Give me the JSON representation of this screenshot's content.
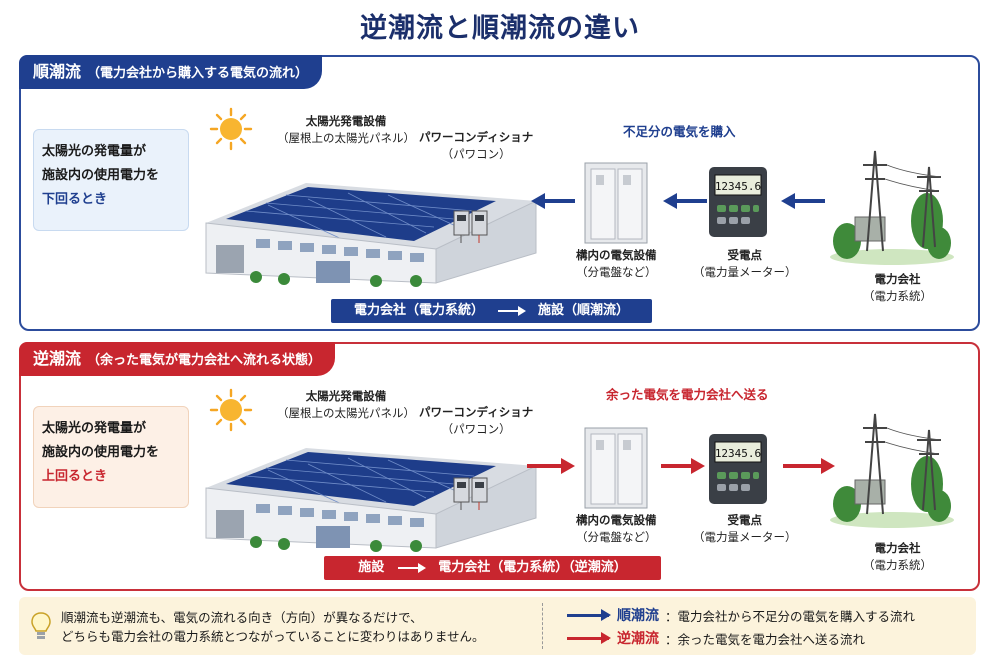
{
  "title": "逆潮流と順潮流の違い",
  "colors": {
    "forward": "#1f3f8f",
    "reverse": "#c8262f",
    "note_forward_bg": "#eaf2fb",
    "note_reverse_bg": "#fdf0e6",
    "footer_bg": "#fcf3dc"
  },
  "forward": {
    "tag_main": "順潮流",
    "tag_sub": "（電力会社から購入する電気の流れ）",
    "note_line1": "太陽光の発電量が",
    "note_line2": "施設内の使用電力を",
    "note_highlight": "下回るとき",
    "solar_label": "太陽光発電設備",
    "solar_sub": "（屋根上の太陽光パネル）",
    "pcs_label": "パワーコンディショナ",
    "pcs_sub": "（パワコン）",
    "flow_label": "不足分の電気を購入",
    "equip_label": "構内の電気設備",
    "equip_sub": "（分電盤など）",
    "meter_label": "受電点",
    "meter_sub": "（電力量メーター）",
    "meter_reading": "12345.6",
    "utility_label": "電力会社",
    "utility_sub": "（電力系統）",
    "bar_from": "電力会社（電力系統）",
    "bar_to": "施設（順潮流）"
  },
  "reverse": {
    "tag_main": "逆潮流",
    "tag_sub": "（余った電気が電力会社へ流れる状態）",
    "note_line1": "太陽光の発電量が",
    "note_line2": "施設内の使用電力を",
    "note_highlight": "上回るとき",
    "solar_label": "太陽光発電設備",
    "solar_sub": "（屋根上の太陽光パネル）",
    "pcs_label": "パワーコンディショナ",
    "pcs_sub": "（パワコン）",
    "flow_label": "余った電気を電力会社へ送る",
    "equip_label": "構内の電気設備",
    "equip_sub": "（分電盤など）",
    "meter_label": "受電点",
    "meter_sub": "（電力量メーター）",
    "meter_reading": "12345.6",
    "utility_label": "電力会社",
    "utility_sub": "（電力系統）",
    "bar_from": "施設",
    "bar_to": "電力会社（電力系統）（逆潮流）"
  },
  "footer": {
    "icon": "lightbulb-icon",
    "line1": "順潮流も逆潮流も、電気の流れる向き（方向）が異なるだけで、",
    "line2": "どちらも電力会社の電力系統とつながっていることに変わりはありません。",
    "legend_forward_name": "順潮流",
    "legend_forward_desc": "：電力会社から不足分の電気を購入する流れ",
    "legend_reverse_name": "逆潮流",
    "legend_reverse_desc": "：余った電気を電力会社へ送る流れ"
  }
}
